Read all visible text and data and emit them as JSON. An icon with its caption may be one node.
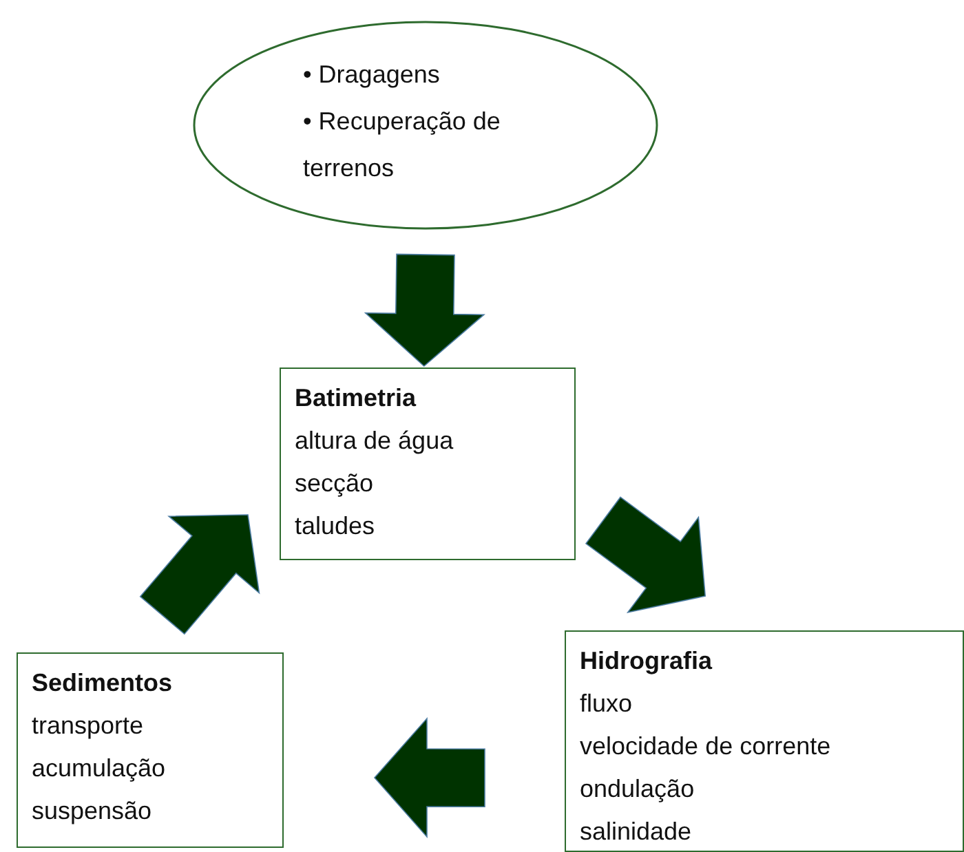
{
  "diagram": {
    "nodes": [
      {
        "text": [
          "• Dragagens",
          "• Recuperação de terrenos"
        ]
      },
      {
        "text": [
          "Batimetria",
          "altura de água",
          "secção",
          "taludes"
        ]
      },
      {
        "text": [
          "Hidrografia",
          "fluxo",
          "velocidade de corrente",
          "ondulação",
          "salinidade"
        ]
      },
      {
        "text": [
          "Sedimentos",
          "transporte",
          "acumulação",
          "suspensão"
        ]
      }
    ],
    "edges": [
      {
        "from": 0,
        "to": 1,
        "arrow": "to",
        "style": "thick"
      },
      {
        "from": 1,
        "to": 2,
        "arrow": "to",
        "style": "thick"
      },
      {
        "from": 2,
        "to": 3,
        "arrow": "to",
        "style": "thick"
      },
      {
        "from": 3,
        "to": 1,
        "arrow": "to",
        "style": "thick"
      }
    ]
  }
}
